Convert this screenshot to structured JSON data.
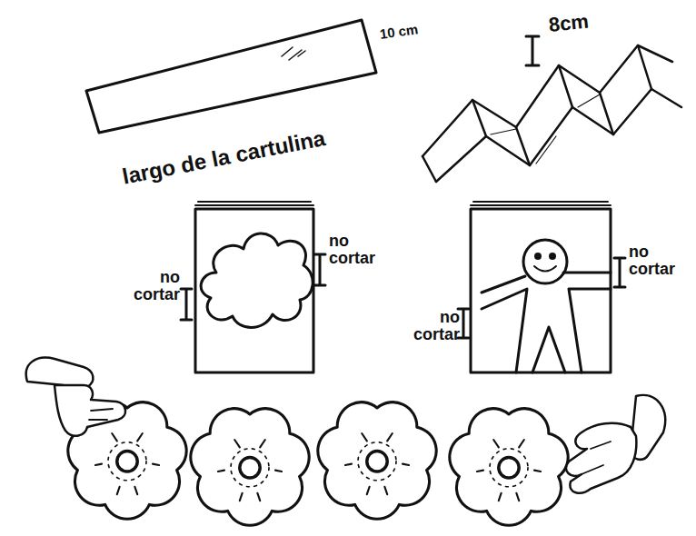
{
  "diagram": {
    "labels": [
      "10 cm",
      "largo de la cartulina",
      "8cm",
      "no cortar",
      "no cortar",
      "no cortar",
      "no cortar"
    ]
  }
}
